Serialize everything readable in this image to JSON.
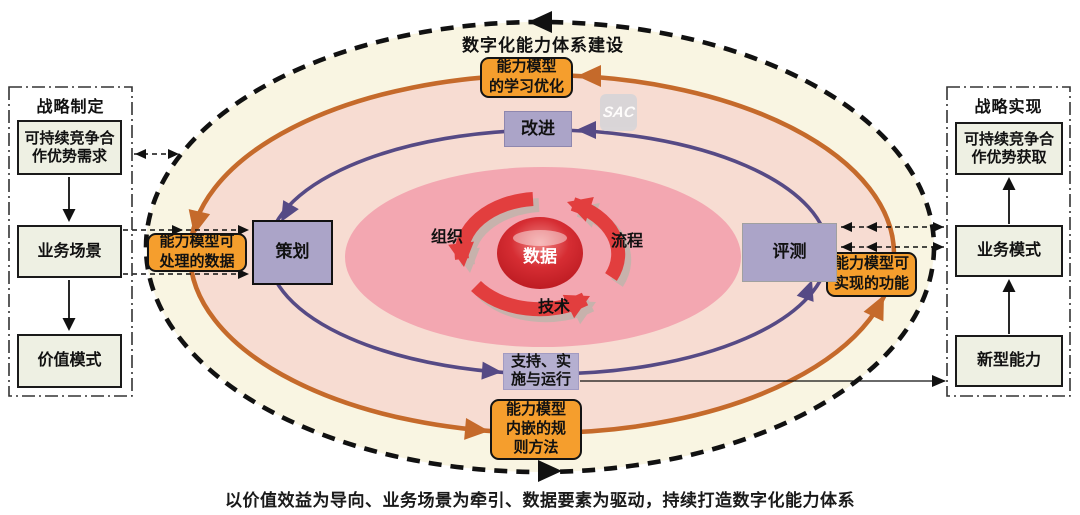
{
  "diagram": {
    "top_label": "数字化能力体系建设",
    "caption": "以价值效益为导向、业务场景为牵引、数据要素为驱动，持续打造数字化能力体系",
    "watermark": "SAC"
  },
  "left_panel": {
    "title": "战略制定",
    "box1": "可持续竞争合\n作优势需求",
    "box2": "业务场景",
    "box3": "价值模式"
  },
  "right_panel": {
    "title": "战略实现",
    "box1": "可持续竞争合\n作优势获取",
    "box2": "业务模式",
    "box3": "新型能力"
  },
  "pdca_cycle": {
    "improve": "改进",
    "plan": "策划",
    "evaluate": "评测",
    "support": "支持、实\n施与运行"
  },
  "capability_model": {
    "learning": "能力模型\n的学习优化",
    "data": "能力模型可\n处理的数据",
    "functions": "能力模型可\n实现的功能",
    "rules": "能力模型\n内嵌的规\n则方法"
  },
  "core": {
    "data": "数据",
    "organization": "组织",
    "process": "流程",
    "technology": "技术"
  },
  "colors": {
    "cream": "#f9f5e2",
    "peach": "#f7dcd2",
    "pink": "#f3a7b1",
    "red_core": "#cd2127",
    "red_arrow": "#e23e3e",
    "orange_ring": "#c56a2b",
    "orange_box": "#f59e2d",
    "purple": "#564a85",
    "lavender_box": "#aba4c8",
    "panel_box_fill": "#eef0e3"
  }
}
